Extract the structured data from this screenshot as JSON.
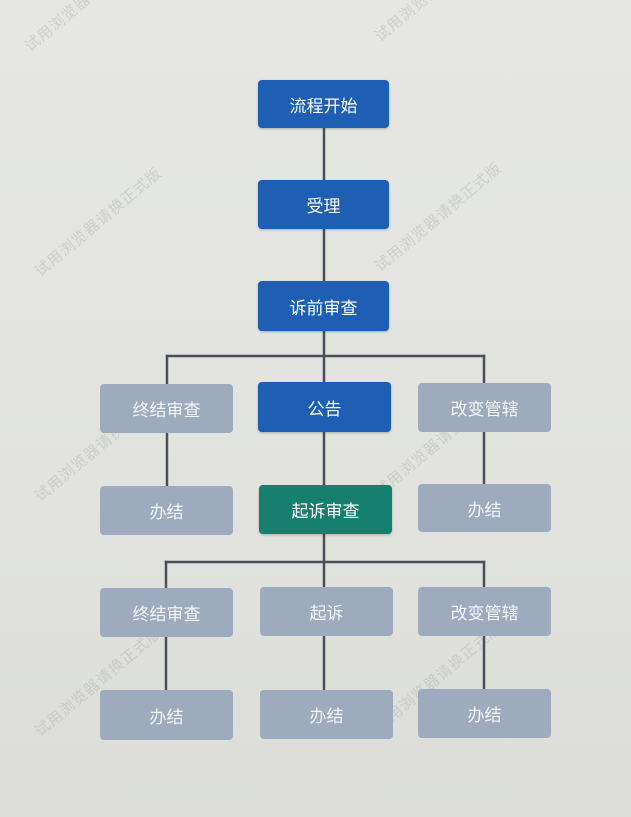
{
  "colors": {
    "active": "#1e5fb3",
    "current": "#177f6e",
    "inactive": "#9eabbf",
    "connector": "#4a4f5a"
  },
  "watermark": "试用浏览器请换正式版",
  "flow": {
    "start": "流程开始",
    "accept": "受理",
    "pre_review": "诉前审查",
    "branch1": {
      "terminate_review": "终结审查",
      "announce": "公告",
      "change_jurisdiction": "改变管辖",
      "terminate_done": "办结",
      "change_done": "办结"
    },
    "prosecution_review": "起诉审查",
    "branch2": {
      "terminate_review": "终结审查",
      "prosecute": "起诉",
      "change_jurisdiction": "改变管辖",
      "terminate_done": "办结",
      "prosecute_done": "办结",
      "change_done": "办结"
    }
  }
}
